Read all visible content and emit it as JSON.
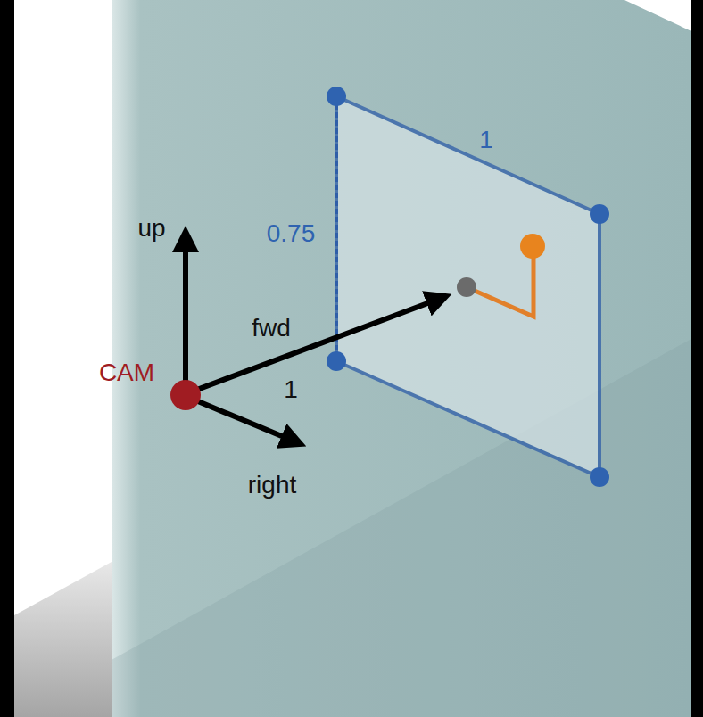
{
  "diagram": {
    "labels": [
      "up",
      "0.75",
      "1",
      "fwd",
      "CAM",
      "1",
      "right"
    ]
  }
}
